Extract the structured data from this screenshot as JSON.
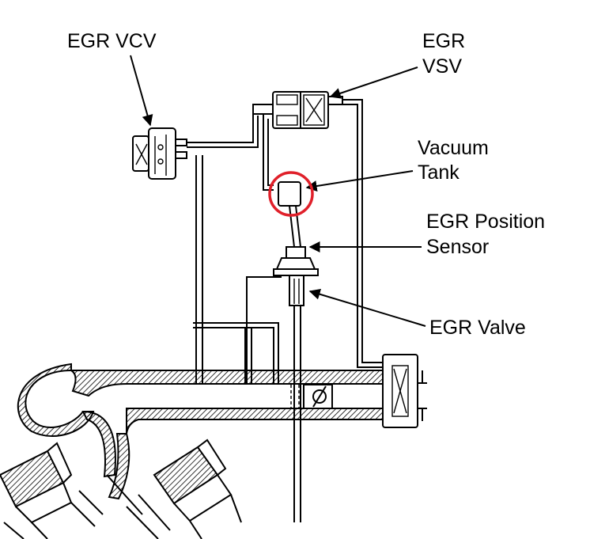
{
  "labels": {
    "egr_vcv": "EGR VCV",
    "egr_vsv_line1": "EGR",
    "egr_vsv_line2": "VSV",
    "vacuum_tank_line1": "Vacuum",
    "vacuum_tank_line2": "Tank",
    "egr_position_sensor_line1": "EGR Position",
    "egr_position_sensor_line2": "Sensor",
    "egr_valve": "EGR Valve"
  },
  "colors": {
    "line": "#000000",
    "highlight_circle": "#e0202a",
    "background": "#ffffff"
  }
}
